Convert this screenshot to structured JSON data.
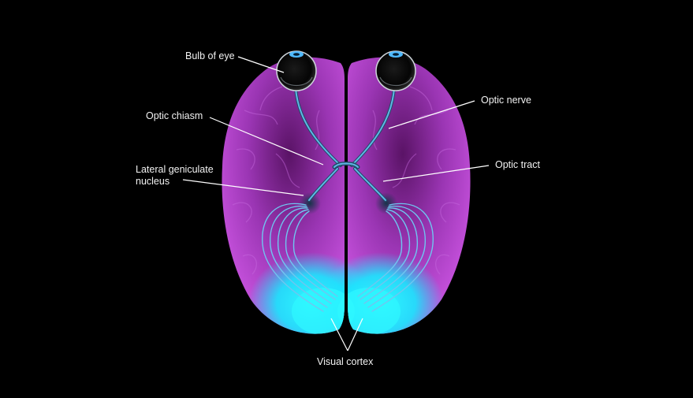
{
  "labels": {
    "bulb_of_eye": "Bulb of eye",
    "optic_nerve": "Optic nerve",
    "optic_chiasm": "Optic chiasm",
    "optic_tract": "Optic tract",
    "lgn_line1": "Lateral geniculate",
    "lgn_line2": "nucleus",
    "visual_cortex": "Visual cortex"
  },
  "colors": {
    "background": "#000000",
    "brain": "#b03fc8",
    "brain_edge": "#d35ee6",
    "visual_cortex": "#14f2ff",
    "optic_pathway": "#5fb6e6",
    "leader_line": "#ffffff",
    "text": "#f2f2f2"
  }
}
